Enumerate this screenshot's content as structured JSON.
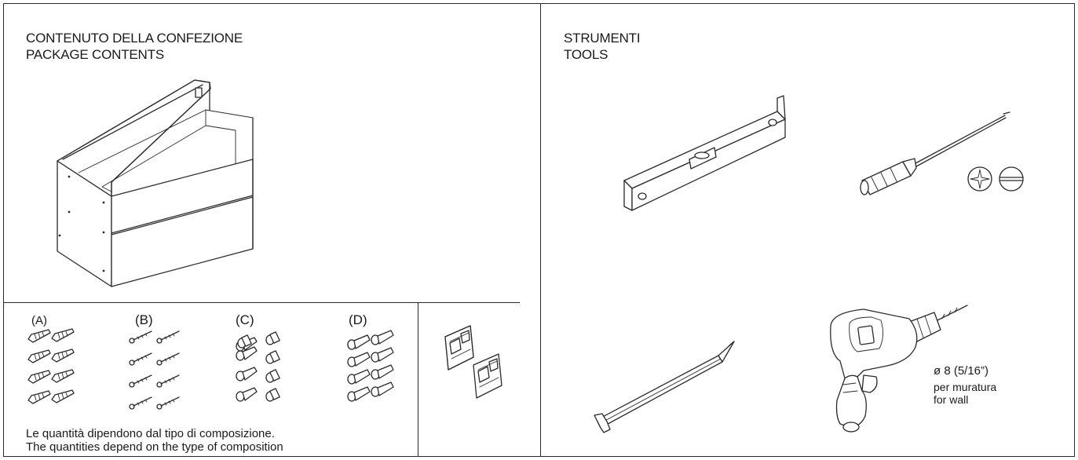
{
  "package": {
    "title_it": "CONTENUTO DELLA CONFEZIONE",
    "title_en": "PACKAGE CONTENTS",
    "labels": [
      "(A)",
      "(B)",
      "(C)",
      "(D)"
    ],
    "note_it": "Le quantità dipendono dal tipo di composizione.",
    "note_en": "The quantities depend on the type of composition"
  },
  "tools": {
    "title_it": "STRUMENTI",
    "title_en": "TOOLS",
    "drill_size": "ø 8 (5/16”)",
    "drill_use_it": "per muratura",
    "drill_use_en": "for wall"
  }
}
